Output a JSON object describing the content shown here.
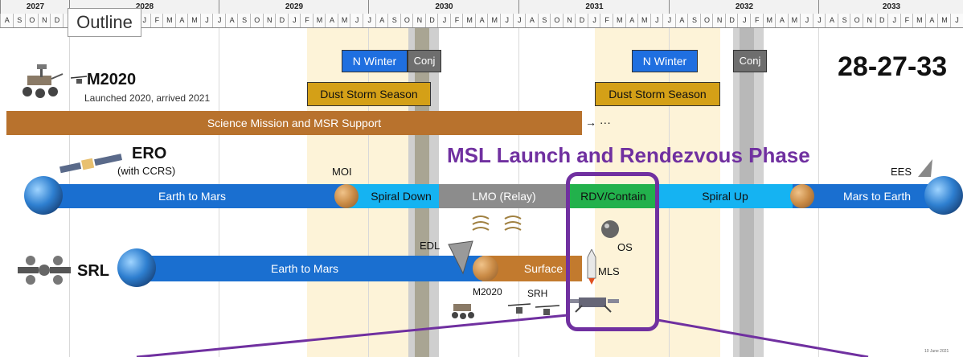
{
  "timeline": {
    "years": [
      "2027",
      "2028",
      "2029",
      "2030",
      "2031",
      "2032",
      "2033"
    ],
    "month_initials": [
      "J",
      "F",
      "M",
      "A",
      "M",
      "J",
      "J",
      "A",
      "S",
      "O",
      "N",
      "D"
    ],
    "first_partial_months": [
      "A",
      "S",
      "O",
      "N",
      "D"
    ],
    "second_partial_months": [
      "J",
      "A",
      "S",
      "O",
      "N",
      "D"
    ]
  },
  "outline_label": "Outline",
  "scenario_code": "28-27-33",
  "phase_title": "MSL Launch and Rendezvous Phase",
  "m2020": {
    "name": "M2020",
    "subtitle": "Launched 2020, arrived 2021",
    "support_bar": "Science Mission and MSR Support",
    "continuation": "→ ···"
  },
  "seasons": {
    "winter_1": "N Winter",
    "conj_1": "Conj",
    "dust_1": "Dust Storm Season",
    "winter_2": "N Winter",
    "conj_2": "Conj",
    "dust_2": "Dust Storm Season"
  },
  "ero": {
    "name": "ERO",
    "subtitle": "(with CCRS)",
    "moi": "MOI",
    "ees": "EES",
    "segments": {
      "earth_to_mars": "Earth to Mars",
      "spiral_down": "Spiral Down",
      "lmo": "LMO (Relay)",
      "rdv": "RDV/Contain",
      "spiral_up": "Spiral Up",
      "mars_to_earth": "Mars to Earth"
    }
  },
  "srl": {
    "name": "SRL",
    "edl": "EDL",
    "os": "OS",
    "mls": "MLS",
    "m2020_rover": "M2020",
    "srh": "SRH",
    "segments": {
      "earth_to_mars": "Earth to Mars",
      "surface": "Surface"
    }
  },
  "footnote": "10 June 2021",
  "colors": {
    "earth_mars_bar": "#1a6fd0",
    "spiral_bar": "#15b3f2",
    "lmo_bar": "#8c8c8c",
    "rdv_bar": "#22b14c",
    "support_bar": "#b8722d",
    "surface_bar": "#c27a2e",
    "dust_box": "#d4a017",
    "winter_box": "#1f6fe0",
    "conj_box": "#7f7f7f",
    "phase_purple": "#7030a0",
    "dust_band": "#fdf3d8",
    "conj_band": "#c8c8c8"
  }
}
